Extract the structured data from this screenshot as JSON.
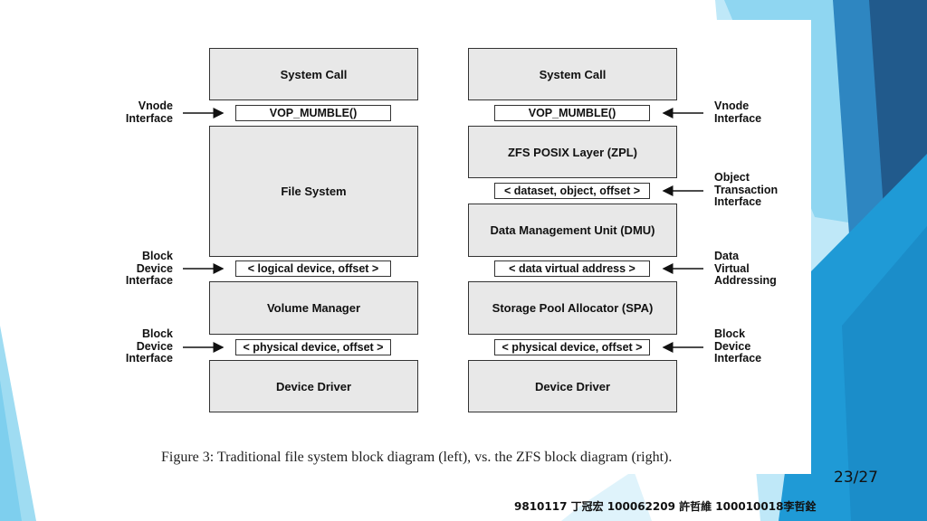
{
  "colors": {
    "accent_dark": "#215a8c",
    "accent_mid": "#2e86c1",
    "accent_light": "#7fd0ef",
    "box_fill": "#e8e8e8"
  },
  "diagram": {
    "left": {
      "system_call": "System Call",
      "vnode_iface": "VOP_MUMBLE()",
      "vnode_label": "Vnode\nInterface",
      "file_system": "File System",
      "block_iface_1": "< logical device, offset >",
      "block_label_1": "Block\nDevice\nInterface",
      "volume_manager": "Volume Manager",
      "block_iface_2": "< physical device, offset >",
      "block_label_2": "Block\nDevice\nInterface",
      "device_driver": "Device Driver"
    },
    "right": {
      "system_call": "System Call",
      "vnode_iface": "VOP_MUMBLE()",
      "vnode_label": "Vnode\nInterface",
      "zpl": "ZFS POSIX Layer (ZPL)",
      "object_iface": "< dataset, object, offset >",
      "object_label": "Object\nTransaction\nInterface",
      "dmu": "Data Management Unit (DMU)",
      "dva_iface": "< data virtual address >",
      "dva_label": "Data\nVirtual\nAddressing",
      "spa": "Storage Pool Allocator (SPA)",
      "block_iface": "< physical device, offset >",
      "block_label": "Block\nDevice\nInterface",
      "device_driver": "Device Driver"
    }
  },
  "caption": "Figure 3:  Traditional file system block diagram (left), vs. the ZFS block diagram (right).",
  "page_number": "23/27",
  "footer": "9810117 丁冠宏 100062209 許哲維 100010018李哲銓"
}
